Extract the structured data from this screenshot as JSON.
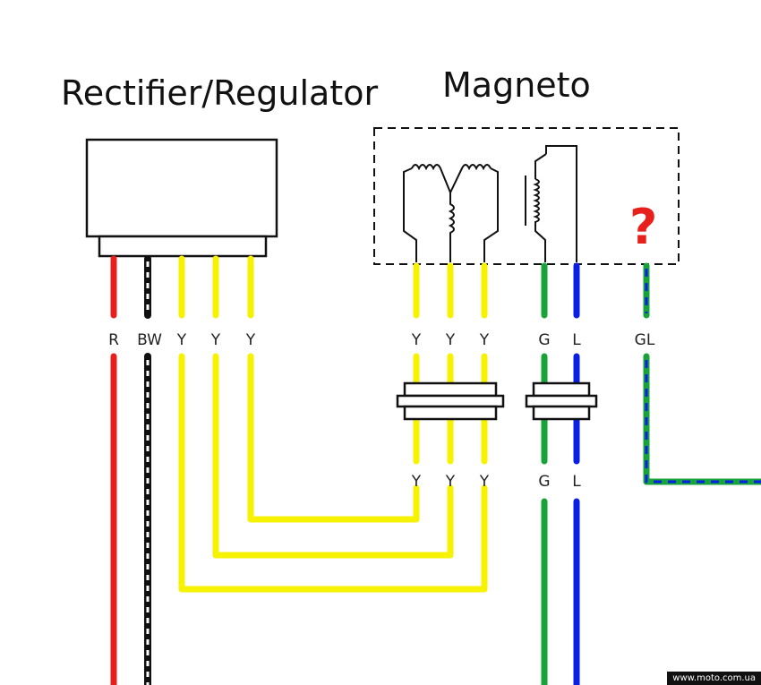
{
  "titles": {
    "rectifier": "Rectifier/Regulator",
    "magneto": "Magneto"
  },
  "unknown_mark": "?",
  "labels": {
    "r": "R",
    "bw": "BW",
    "y": "Y",
    "g": "G",
    "l": "L",
    "gl": "GL"
  },
  "watermark": "www.moto.com.ua",
  "colors": {
    "red": "#e8201c",
    "black": "#111111",
    "yellow": "#f6f200",
    "green": "#17a33a",
    "blue": "#0a1fe6",
    "white": "#ffffff"
  }
}
